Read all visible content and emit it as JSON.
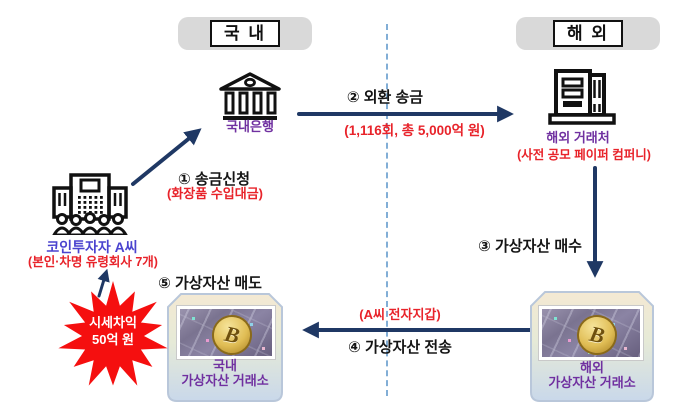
{
  "regions": {
    "domestic": "국 내",
    "overseas": "해 외"
  },
  "bank": {
    "label": "국내은행"
  },
  "partner": {
    "label": "해외 거래처",
    "note": "(사전 공모 페이퍼 컴퍼니)"
  },
  "investor": {
    "label": "코인투자자 A씨",
    "note": "(본인·차명 유령회사 7개)"
  },
  "overseas_exchange": {
    "name_line1": "해외",
    "name_line2": "가상자산 거래소",
    "coin_symbol": "B"
  },
  "domestic_exchange": {
    "name_line1": "국내",
    "name_line2": "가상자산 거래소",
    "coin_symbol": "B"
  },
  "steps": {
    "s1": {
      "label": "① 송금신청",
      "note": "(화장품 수입대금)"
    },
    "s2": {
      "label": "② 외환 송금",
      "note": "(1,116회, 총 5,000억 원)"
    },
    "s3": {
      "label": "③ 가상자산 매수"
    },
    "s4": {
      "label": "④ 가상자산 전송",
      "note": "(A씨 전자지갑)"
    },
    "s5": {
      "label": "⑤ 가상자산 매도"
    }
  },
  "profit_burst": {
    "line1": "시세차익",
    "line2": "50억 원"
  },
  "colors": {
    "arrow_navy": "#1f3864",
    "annotation_red": "#e8232a",
    "label_purple": "#7030a0",
    "investor_blue": "#4a43cf",
    "burst_red": "#f50f0f",
    "divider_blue": "#82aed6",
    "header_gray": "#d9d9d9"
  }
}
